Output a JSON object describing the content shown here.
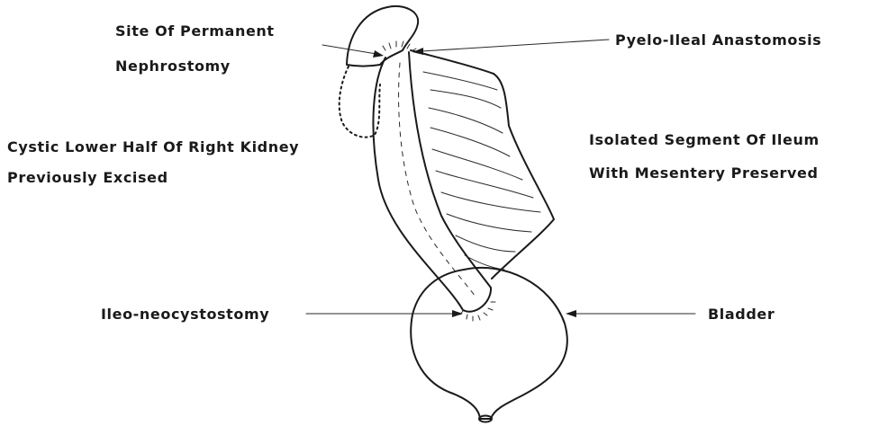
{
  "labels": {
    "site_line1": "Site Of Permanent",
    "site_line2": "Nephrostomy",
    "pyelo": "Pyelo-Ileal Anastomosis",
    "cystic_line1": "Cystic Lower Half Of Right Kidney",
    "cystic_line2": "Previously Excised",
    "isolated_line1": "Isolated Segment Of Ileum",
    "isolated_line2": "With Mesentery Preserved",
    "ileo": "Ileo-neocystostomy",
    "bladder": "Bladder"
  }
}
